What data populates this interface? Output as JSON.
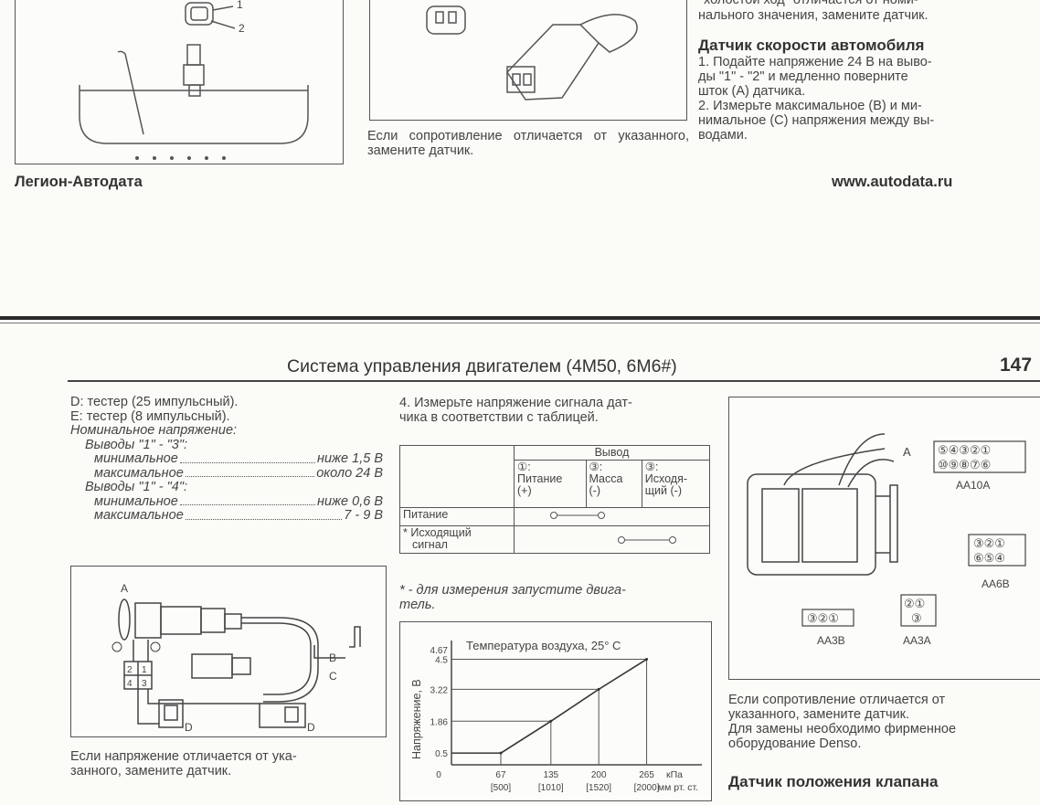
{
  "top": {
    "left_callouts": [
      "1",
      "2"
    ],
    "middle_caption": "Если сопротивление отличается от указанного, замените датчик.",
    "right_cut_line": "холостой ход\" отличается от номи-",
    "right_line2": "нального значения, замените датчик.",
    "vss_heading": "Датчик скорости автомобиля",
    "vss_lines": [
      "1. Подайте напряжение 24 В на выво-",
      "ды \"1\" - \"2\" и медленно поверните",
      "шток (А) датчика.",
      "2. Измерьте максимальное (В) и ми-",
      "нимальное (С) напряжения между вы-",
      "водами."
    ],
    "publisher": "Легион-Автодата",
    "website": "www.autodata.ru"
  },
  "bottom": {
    "header_title": "Система управления двигателем (4M50, 6M6#)",
    "page_number": "147",
    "left": {
      "line_d": "D: тестер (25 импульсный).",
      "line_e": "Е: тестер (8 импульсный).",
      "nominal_label": "Номинальное напряжение:",
      "group1": "Выводы \"1\" - \"3\":",
      "g1_min_label": "минимальное",
      "g1_min_val": "ниже 1,5 В",
      "g1_max_label": "максимальное",
      "g1_max_val": "около 24 В",
      "group2": "Выводы \"1\" - \"4\":",
      "g2_min_label": "минимальное",
      "g2_min_val": "ниже 0,6 В",
      "g2_max_label": "максимальное",
      "g2_max_val": "7 - 9 В",
      "diagram_labels": {
        "A": "A",
        "B": "B",
        "C": "C",
        "D1": "D",
        "D2": "D",
        "pins": [
          "2",
          "1",
          "4",
          "3"
        ]
      },
      "caption_lines": [
        "Если напряжение отличается от ука-",
        "занного, замените датчик."
      ]
    },
    "middle": {
      "step4_lines": [
        "4. Измерьте напряжение сигнала дат-",
        "чика в соответствии с таблицей."
      ],
      "table": {
        "group_header": "Вывод",
        "columns": [
          {
            "num": "①:",
            "label": "Питание",
            "sign": "(+)"
          },
          {
            "num": "③:",
            "label": "Масса",
            "sign": "(-)"
          },
          {
            "num": "③:",
            "label": "Исходя-",
            "label2": "щий (-)"
          }
        ],
        "rows": [
          "Питание",
          "* Исходящий",
          "сигнал"
        ]
      },
      "note_lines": [
        "* - для измерения запустите двига-",
        "тель."
      ],
      "chart_data": {
        "type": "line",
        "title": "Температура воздуха, 25° С",
        "ylabel": "Напряжение, В",
        "xlabel_units": [
          "кПа",
          "мм рт. ст."
        ],
        "x_ticks": [
          "0",
          "67",
          "135",
          "200",
          "265"
        ],
        "x_ticks_alt": [
          "[500]",
          "[1010]",
          "[1520]",
          "[2000]"
        ],
        "y_ticks": [
          "0.5",
          "1.86",
          "3.22",
          "4.5",
          "4.67"
        ],
        "x": [
          0,
          67,
          135,
          200,
          265
        ],
        "y": [
          0.5,
          0.5,
          1.86,
          3.22,
          4.5
        ],
        "xlim": [
          0,
          340
        ],
        "ylim": [
          0,
          5.3
        ]
      }
    },
    "right": {
      "connector_labels": {
        "A": "A",
        "aa10a": "AA10A",
        "aa6b": "AA6B",
        "aa3b": "AA3B",
        "aa3a": "AA3A"
      },
      "aa10a_top": "⑤④③②①",
      "aa10a_bottom": "⑩⑨⑧⑦⑥",
      "aa6b_top": "③②①",
      "aa6b_bottom": "⑥⑤④",
      "aa3b": "③②①",
      "aa3a_top": "②①",
      "aa3a_bottom": "③",
      "caption_lines": [
        "Если сопротивление отличается от",
        "указанного, замените датчик.",
        "Для замены необходимо фирменное",
        "оборудование Denso."
      ],
      "heading": "Датчик положения клапана"
    }
  }
}
